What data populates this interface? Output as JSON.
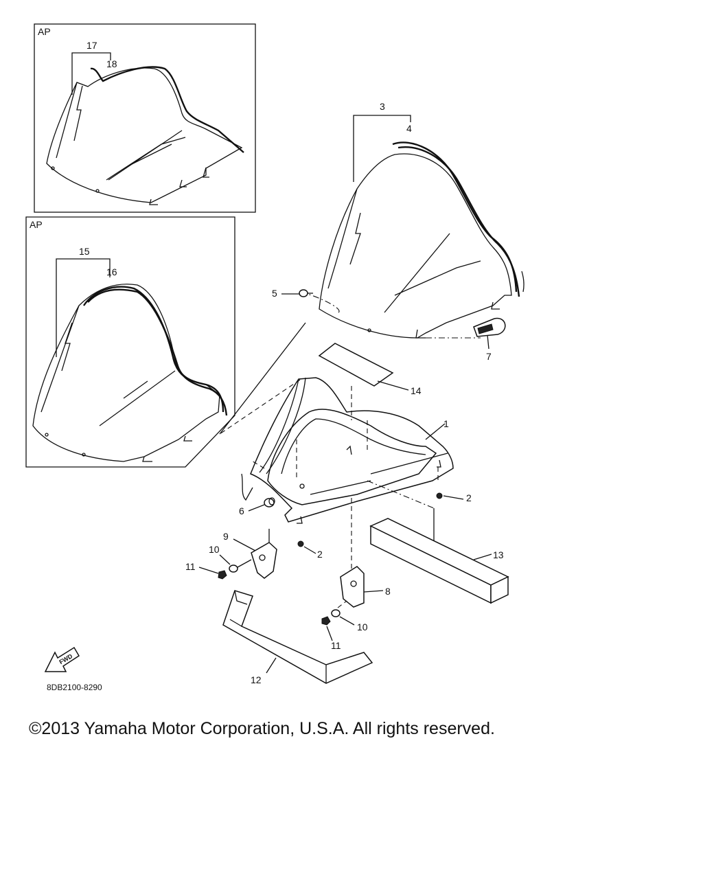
{
  "diagram": {
    "inset_labels": [
      "AP",
      "AP"
    ],
    "callouts": {
      "c1": "1",
      "c2a": "2",
      "c2b": "2",
      "c3": "3",
      "c4": "4",
      "c5": "5",
      "c6": "6",
      "c7": "7",
      "c8": "8",
      "c9": "9",
      "c10a": "10",
      "c10b": "10",
      "c11a": "11",
      "c11b": "11",
      "c12": "12",
      "c13": "13",
      "c14": "14",
      "c15": "15",
      "c16": "16",
      "c17": "17",
      "c18": "18"
    },
    "fwd_label": "FWD",
    "diagram_code": "8DB2100-8290",
    "icons": [
      "fwd-arrow-icon"
    ]
  },
  "footer": {
    "copyright": "©2013 Yamaha Motor Corporation, U.S.A. All rights reserved."
  }
}
